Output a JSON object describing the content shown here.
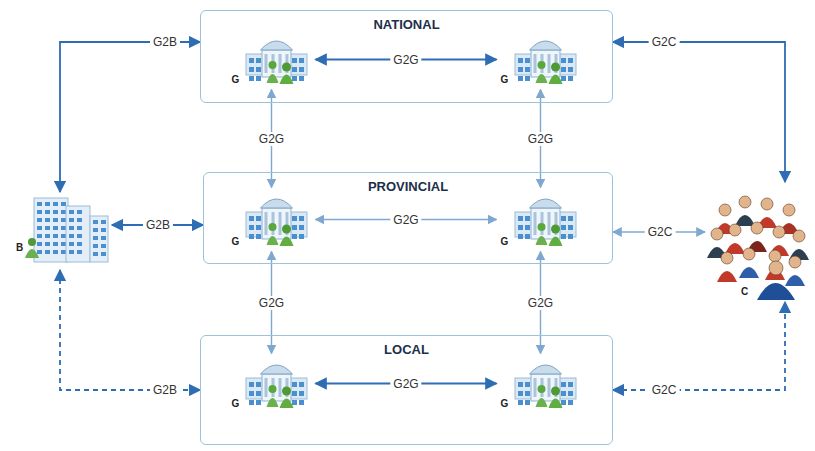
{
  "diagram": {
    "nodes": [
      {
        "text": [
          "NATIONAL"
        ]
      },
      {
        "text": [
          "G"
        ],
        "in": 0
      },
      {
        "text": [
          "G"
        ],
        "in": 0
      },
      {
        "text": [
          "B"
        ]
      },
      {
        "text": [
          "PROVINCIAL"
        ]
      },
      {
        "text": [
          "G"
        ],
        "in": 4
      },
      {
        "text": [
          "G"
        ],
        "in": 4
      },
      {
        "text": [
          "C"
        ]
      },
      {
        "text": [
          "LOCAL"
        ]
      },
      {
        "text": [
          "G"
        ],
        "in": 8
      },
      {
        "text": [
          "G"
        ],
        "in": 8
      }
    ],
    "edges": [
      {
        "from": 1,
        "to": 2,
        "label": "G2G",
        "arrow": "both"
      },
      {
        "from": 5,
        "to": 6,
        "label": "G2G",
        "arrow": "both"
      },
      {
        "from": 9,
        "to": 10,
        "label": "G2G",
        "arrow": "both"
      },
      {
        "from": 1,
        "to": 5,
        "label": "G2G",
        "arrow": "both"
      },
      {
        "from": 2,
        "to": 6,
        "label": "G2G",
        "arrow": "both"
      },
      {
        "from": 5,
        "to": 9,
        "label": "G2G",
        "arrow": "both"
      },
      {
        "from": 6,
        "to": 10,
        "label": "G2G",
        "arrow": "both"
      },
      {
        "from": 3,
        "to": 0,
        "label": "G2B",
        "arrow": "both"
      },
      {
        "from": 3,
        "to": 4,
        "label": "G2B",
        "arrow": "both"
      },
      {
        "from": 3,
        "to": 8,
        "label": "G2B",
        "arrow": "both"
      },
      {
        "from": 0,
        "to": 7,
        "label": "G2C",
        "arrow": "both"
      },
      {
        "from": 4,
        "to": 7,
        "label": "G2C",
        "arrow": "both"
      },
      {
        "from": 8,
        "to": 7,
        "label": "G2C",
        "arrow": "both"
      }
    ]
  }
}
